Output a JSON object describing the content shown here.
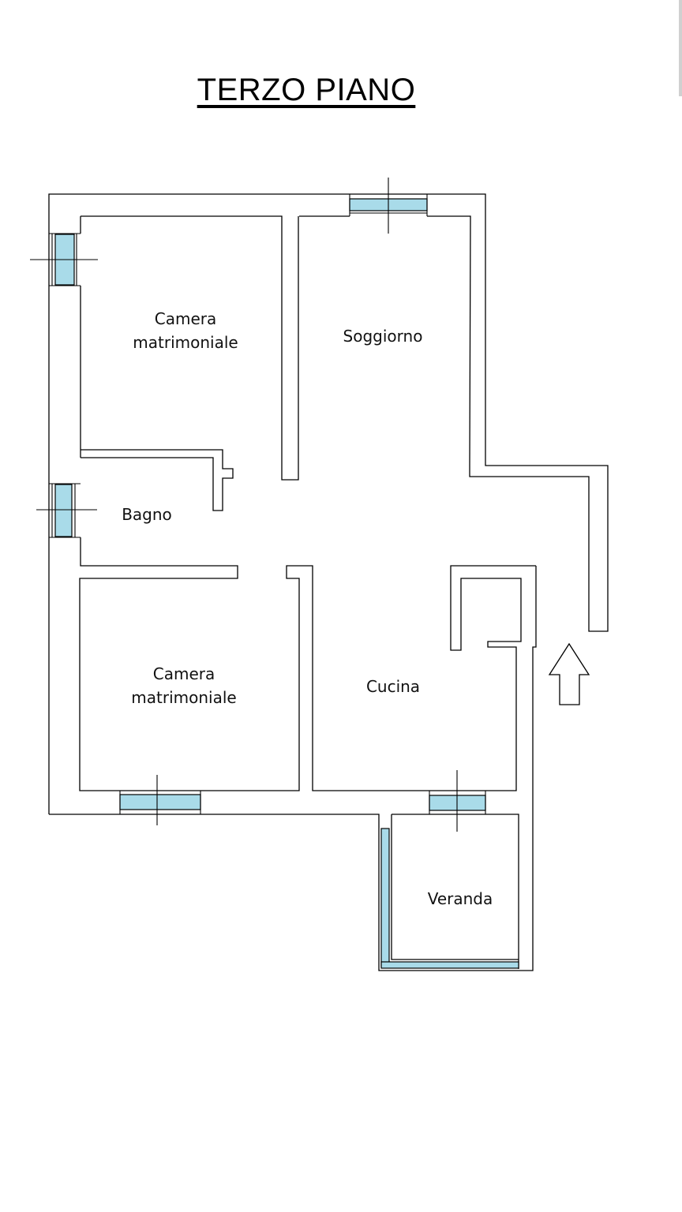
{
  "title": "TERZO PIANO",
  "rooms": [
    {
      "id": "camera-1",
      "label": "Camera\nmatrimoniale"
    },
    {
      "id": "soggiorno",
      "label": "Soggiorno"
    },
    {
      "id": "bagno",
      "label": "Bagno"
    },
    {
      "id": "camera-2",
      "label": "Camera\nmatrimoniale"
    },
    {
      "id": "cucina",
      "label": "Cucina"
    },
    {
      "id": "veranda",
      "label": "Veranda"
    }
  ],
  "colors": {
    "wall_line": "#000000",
    "window_fill": "#a9dbe9",
    "background": "#ffffff"
  }
}
